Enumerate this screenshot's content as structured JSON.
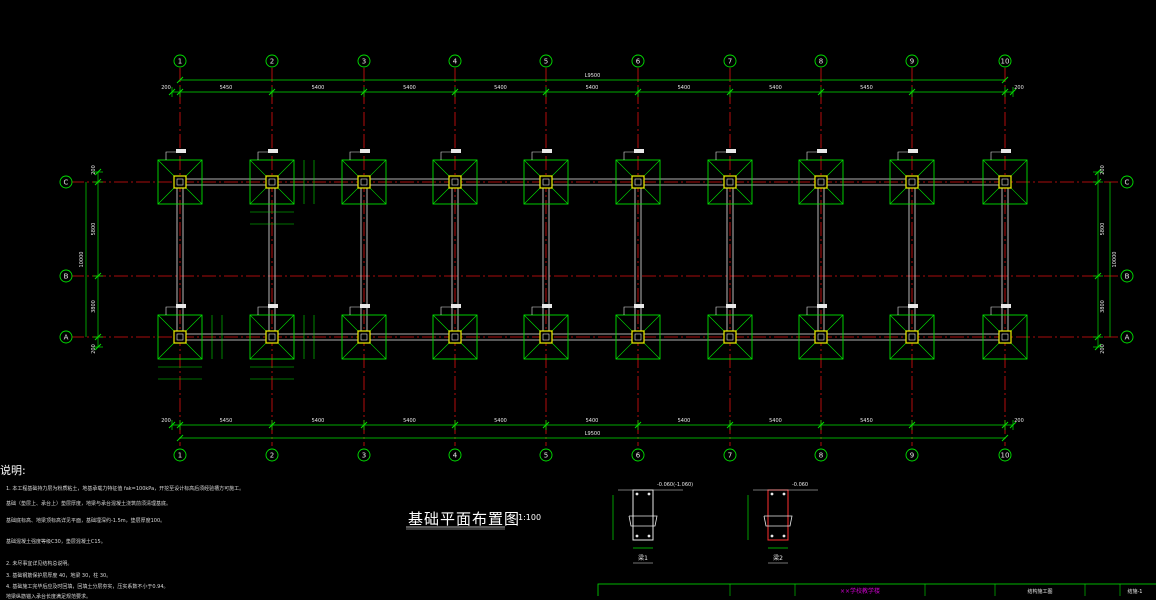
{
  "drawing": {
    "title": "基础平面布置图",
    "scale": "1:100",
    "axes_x": [
      "1",
      "2",
      "3",
      "4",
      "5",
      "6",
      "7",
      "8",
      "9",
      "10"
    ],
    "axes_y": [
      "C",
      "B",
      "A"
    ],
    "total_dim": "L9500",
    "dims_top": [
      "200",
      "5450",
      "5400",
      "5400",
      "5400",
      "5400",
      "5400",
      "5400",
      "5450",
      "200"
    ],
    "dims_left": [
      "200",
      "5800",
      "3800",
      "200"
    ],
    "left_total": "10000",
    "dims_bottom": [
      "200",
      "5450",
      "5400",
      "5400",
      "5400",
      "5400",
      "5400",
      "5400",
      "5450",
      "200"
    ]
  },
  "notes": {
    "heading": "说明:",
    "lines": [
      "1. 本工程基础持力层为粉质粘土，地基承载力特征值 fak=100kPa，开挖至设计标高后须经验槽方可施工。",
      "   基础（垫层上、承台上）垫层厚度，地梁与承台混凝土浇筑前须清理基底。",
      "   基础底标高、地梁顶标高详见平面，基础埋深约-1.5m，垫层厚度100。",
      "   基础混凝土强度等级C30，垫层混凝土C15。",
      "2. 未尽事宜详见结构总说明。",
      "3. 基础钢筋保护层厚度 40，地梁 30，柱 30。",
      "4. 基础施工完毕后应及时回填，回填土分层夯实，压实系数不小于0.94。",
      "   地梁纵筋锚入承台长度满足规范要求。"
    ]
  },
  "detail1": {
    "name": "梁1",
    "elev": "-0.060(-1.060)"
  },
  "detail2": {
    "name": "梁2",
    "elev": "-0.060"
  },
  "titleblock": {
    "project": "××学校教学楼",
    "drawing": "结构施工图",
    "sheet": "结施-1"
  },
  "colors": {
    "axis": "#e01010",
    "dim": "#00e000",
    "line": "#e8e8e8",
    "cyan": "#00d8d8",
    "yellow": "#f0f000",
    "magenta": "#d000d0"
  }
}
